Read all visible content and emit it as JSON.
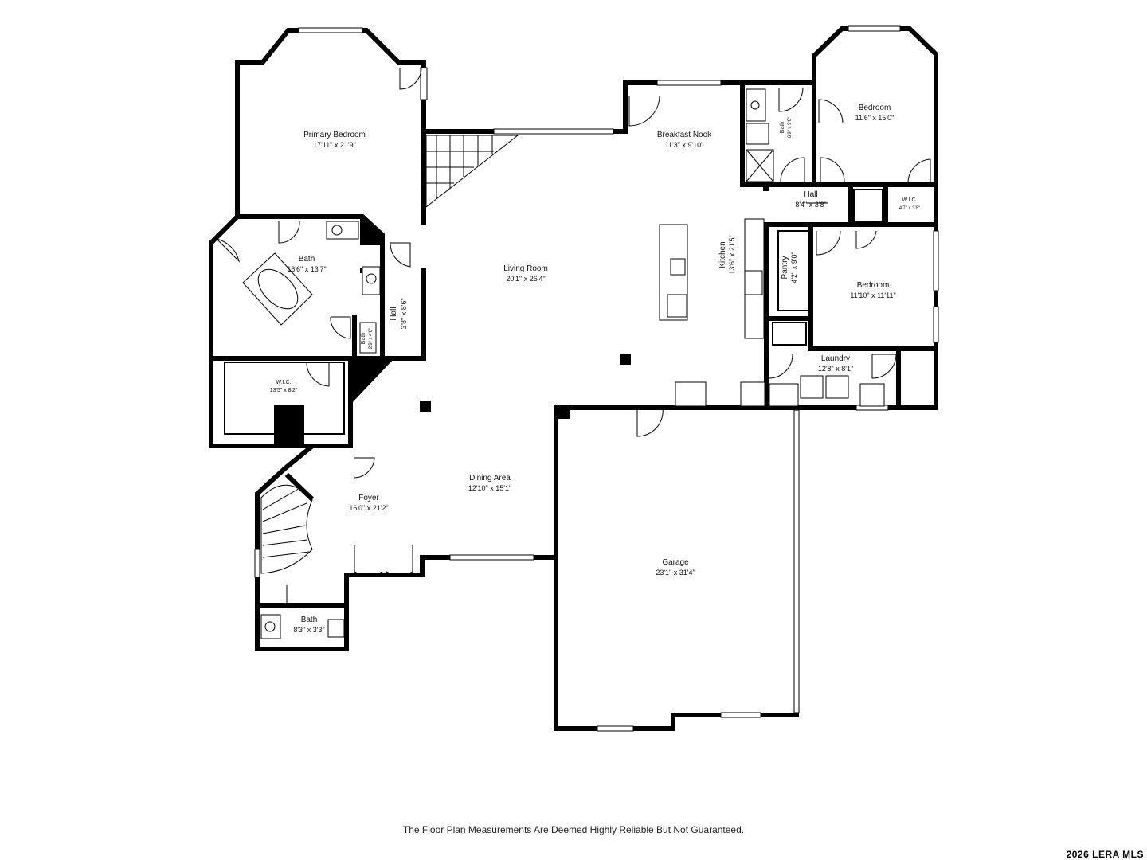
{
  "rooms": {
    "primary_bedroom": {
      "name": "Primary Bedroom",
      "size": "17'11\" x 21'9\""
    },
    "bath_primary": {
      "name": "Bath",
      "size": "16'6\" x 13'7\""
    },
    "wic_primary": {
      "name": "W.I.C.",
      "size": "13'5\" x 8'2\""
    },
    "bath_small": {
      "name": "Bath",
      "size": "2'9\" x 4'6\""
    },
    "hall_west": {
      "name": "Hall",
      "size": "3'8\" x 8'6\""
    },
    "living_room": {
      "name": "Living Room",
      "size": "20'1\" x 26'4\""
    },
    "breakfast_nook": {
      "name": "Breakfast Nook",
      "size": "11'3\" x 9'10\""
    },
    "kitchen": {
      "name": "Kitchen",
      "size": "13'6\" x 21'5\""
    },
    "pantry": {
      "name": "Pantry",
      "size": "4'2\" x 9'0\""
    },
    "bath_east": {
      "name": "Bath",
      "size": "6'9\" x 9'6\""
    },
    "bedroom_ne": {
      "name": "Bedroom",
      "size": "11'6\" x 15'0\""
    },
    "hall_east": {
      "name": "Hall",
      "size": "8'4\" x 3'8\""
    },
    "wic_east": {
      "name": "W.I.C.",
      "size": "4'7\" x 3'8\""
    },
    "bedroom_e": {
      "name": "Bedroom",
      "size": "11'10\" x 11'11\""
    },
    "laundry": {
      "name": "Laundry",
      "size": "12'8\" x 8'1\""
    },
    "dining_area": {
      "name": "Dining Area",
      "size": "12'10\" x 15'1\""
    },
    "foyer": {
      "name": "Foyer",
      "size": "16'0\" x 21'2\""
    },
    "bath_foyer": {
      "name": "Bath",
      "size": "8'3\" x 3'3\""
    },
    "garage": {
      "name": "Garage",
      "size": "23'1\" x 31'4\""
    }
  },
  "footer": {
    "disclaimer": "The Floor Plan Measurements Are Deemed Highly Reliable But Not Guaranteed.",
    "copyright": "2026 LERA MLS"
  },
  "colors": {
    "wall": "#000000",
    "background": "#ffffff"
  }
}
